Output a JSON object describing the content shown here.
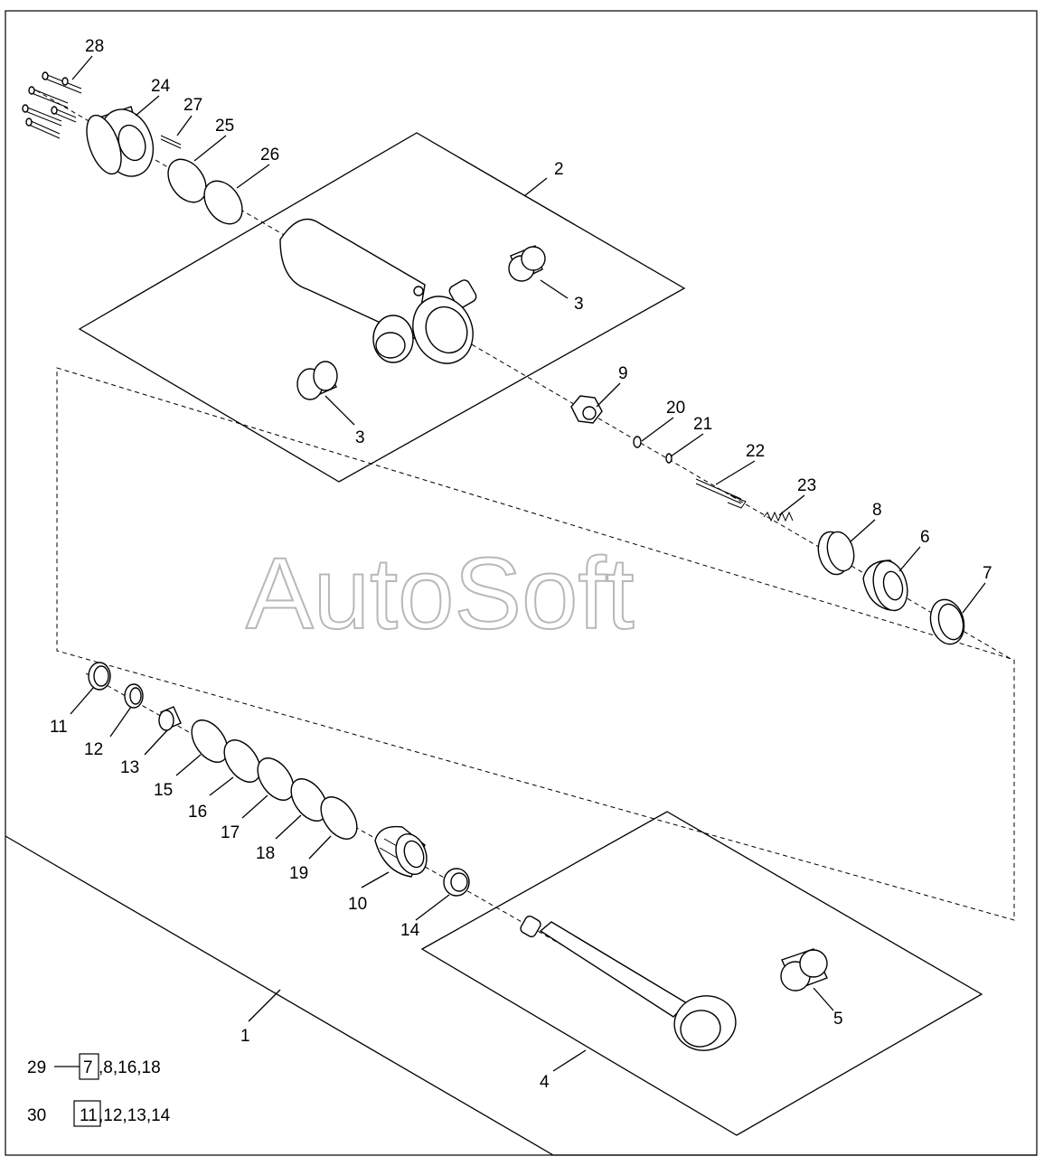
{
  "watermark": "AutoSoft",
  "callouts": [
    {
      "id": "c1",
      "text": "1"
    },
    {
      "id": "c2",
      "text": "2"
    },
    {
      "id": "c3a",
      "text": "3"
    },
    {
      "id": "c3b",
      "text": "3"
    },
    {
      "id": "c4",
      "text": "4"
    },
    {
      "id": "c5",
      "text": "5"
    },
    {
      "id": "c6",
      "text": "6"
    },
    {
      "id": "c7",
      "text": "7"
    },
    {
      "id": "c8",
      "text": "8"
    },
    {
      "id": "c9",
      "text": "9"
    },
    {
      "id": "c10",
      "text": "10"
    },
    {
      "id": "c11",
      "text": "11"
    },
    {
      "id": "c12",
      "text": "12"
    },
    {
      "id": "c13",
      "text": "13"
    },
    {
      "id": "c14",
      "text": "14"
    },
    {
      "id": "c15",
      "text": "15"
    },
    {
      "id": "c16",
      "text": "16"
    },
    {
      "id": "c17",
      "text": "17"
    },
    {
      "id": "c18",
      "text": "18"
    },
    {
      "id": "c19",
      "text": "19"
    },
    {
      "id": "c20",
      "text": "20"
    },
    {
      "id": "c21",
      "text": "21"
    },
    {
      "id": "c22",
      "text": "22"
    },
    {
      "id": "c23",
      "text": "23"
    },
    {
      "id": "c24",
      "text": "24"
    },
    {
      "id": "c25",
      "text": "25"
    },
    {
      "id": "c26",
      "text": "26"
    },
    {
      "id": "c27",
      "text": "27"
    },
    {
      "id": "c28",
      "text": "28"
    }
  ],
  "kits": [
    {
      "number": "29",
      "first": "7",
      "rest": ",8,16,18"
    },
    {
      "number": "30",
      "first": "11",
      "rest": ",12,13,14"
    }
  ]
}
